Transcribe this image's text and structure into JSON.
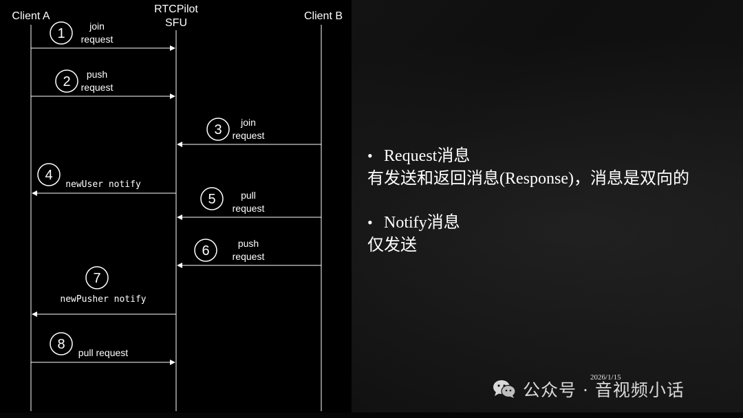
{
  "diagram": {
    "participants": {
      "client_a": "Client A",
      "sfu_line1": "RTCPilot",
      "sfu_line2": "SFU",
      "client_b": "Client B"
    },
    "steps": [
      {
        "num": "1",
        "line1": "join",
        "line2": "request"
      },
      {
        "num": "2",
        "line1": "push",
        "line2": "request"
      },
      {
        "num": "3",
        "line1": "join",
        "line2": "request"
      },
      {
        "num": "4",
        "label": "newUser notify"
      },
      {
        "num": "5",
        "line1": "pull",
        "line2": "request"
      },
      {
        "num": "6",
        "line1": "push",
        "line2": "request"
      },
      {
        "num": "7",
        "label": "newPusher notify"
      },
      {
        "num": "8",
        "label": "pull request"
      }
    ]
  },
  "notes": {
    "bullet1_title": "Request消息",
    "bullet1_desc": "有发送和返回消息(Response)，消息是双向的",
    "bullet2_title": "Notify消息",
    "bullet2_desc": "仅发送",
    "bullet_glyph": "•"
  },
  "footer": {
    "date": "2026/1/15",
    "watermark": "公众号 · 音视频小话",
    "watermark_icon": "wechat-icon"
  }
}
